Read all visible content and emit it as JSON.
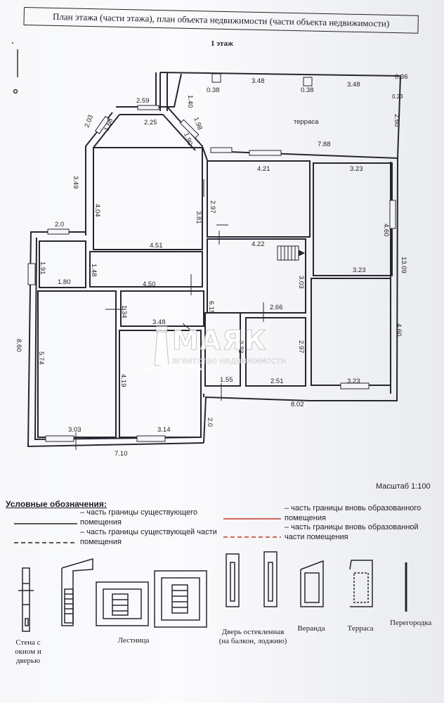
{
  "header": {
    "title": "План этажа (части этажа), план объекта недвижимости (части объекта недвижимости)",
    "floor": "1 этаж"
  },
  "plan": {
    "dims": {
      "d_036": "0.36",
      "d_348a": "3.48",
      "d_348b": "3.48",
      "d_038a": "0.38",
      "d_038b": "0.38",
      "d_140": "1.40",
      "d_259": "2.59",
      "d_225": "2.25",
      "d_203": "2.03",
      "d_168": "1.68",
      "d_198": "1.98",
      "d_190": "1.90",
      "d_terrace": "терраса",
      "d_260": "2.60",
      "d_023": "0.23",
      "d_788": "7.88",
      "d_421": "4.21",
      "d_323a": "3.23",
      "d_349": "3.49",
      "d_404": "4.04",
      "d_381": "3.81",
      "d_297a": "2.97",
      "d_460a": "4.60",
      "d_20a": "2.0",
      "d_451": "4.51",
      "d_422": "4.22",
      "d_1309": "13.09",
      "d_191": "1.91",
      "d_148": "1.48",
      "d_323b": "3.23",
      "d_180": "1.80",
      "d_450": "4.50",
      "d_303a": "3.03",
      "d_134": "1.34",
      "d_615": "6.15",
      "d_266": "2.66",
      "d_348c": "3.48",
      "d_860": "8.60",
      "d_574": "5.74",
      "d_419": "4.19",
      "d_233": "2.33",
      "d_297b": "2.97",
      "d_460b": "4.60",
      "d_155": "1.55",
      "d_251": "2.51",
      "d_323c": "3.23",
      "d_802": "8.02",
      "d_20b": "2.0",
      "d_303b": "3.03",
      "d_314": "3.14",
      "d_710": "7.10"
    }
  },
  "watermark": {
    "brand": "МАЯК",
    "tagline": "агентство недвижимости"
  },
  "scale": "Масштаб 1:100",
  "legend": {
    "title": "Условные обозначения:",
    "items": [
      "– часть границы существующего помещения",
      "– часть границы существующей части помещения",
      "– часть границы вновь образованного помещения",
      "– часть границы вновь образованной части помещения"
    ],
    "symbols": {
      "wall": "Стена с окном и дверью",
      "stairs": "Лестница",
      "glass_door": "Дверь остекленная (на балкон, лоджию)",
      "veranda": "Веранда",
      "terrace": "Терраса",
      "partition": "Перегородка"
    },
    "colors": {
      "existing": "#222222",
      "new": "#c0392b"
    }
  }
}
